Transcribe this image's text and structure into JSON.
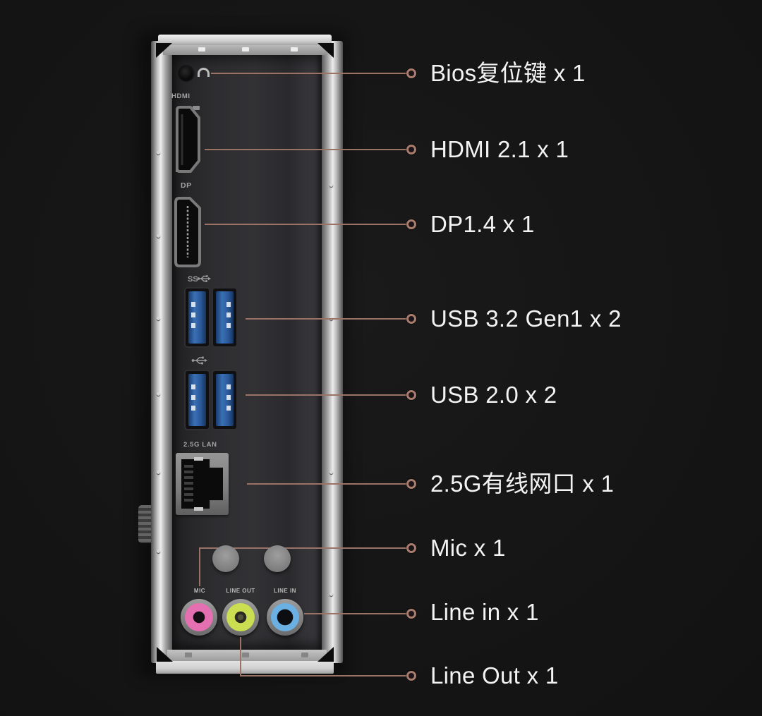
{
  "scene": {
    "description": "Rear I/O panel callout diagram of a vertical mini PC",
    "background_color": "#151515",
    "callout_line_color": "#9c7266",
    "label_text_color": "#f3f3f3"
  },
  "device": {
    "port_markings": {
      "hdmi": "HDMI",
      "dp": "DP",
      "usb3_logo": "SS",
      "lan": "2.5G LAN",
      "mic": "MIC",
      "line_out": "LINE OUT",
      "line_in": "LINE IN"
    },
    "audio_jack_colors": {
      "mic": "#e470b2",
      "line_out": "#cbdd50",
      "line_in": "#6ab0e2"
    },
    "usb_port_color": "#2a5899"
  },
  "callouts": [
    {
      "label": "Bios复位键 x 1"
    },
    {
      "label": "HDMI 2.1 x 1"
    },
    {
      "label": "DP1.4 x 1"
    },
    {
      "label": "USB 3.2 Gen1 x 2"
    },
    {
      "label": "USB 2.0 x 2"
    },
    {
      "label": "2.5G有线网口 x 1"
    },
    {
      "label": "Mic x 1"
    },
    {
      "label": "Line in x 1"
    },
    {
      "label": "Line Out x 1"
    }
  ]
}
